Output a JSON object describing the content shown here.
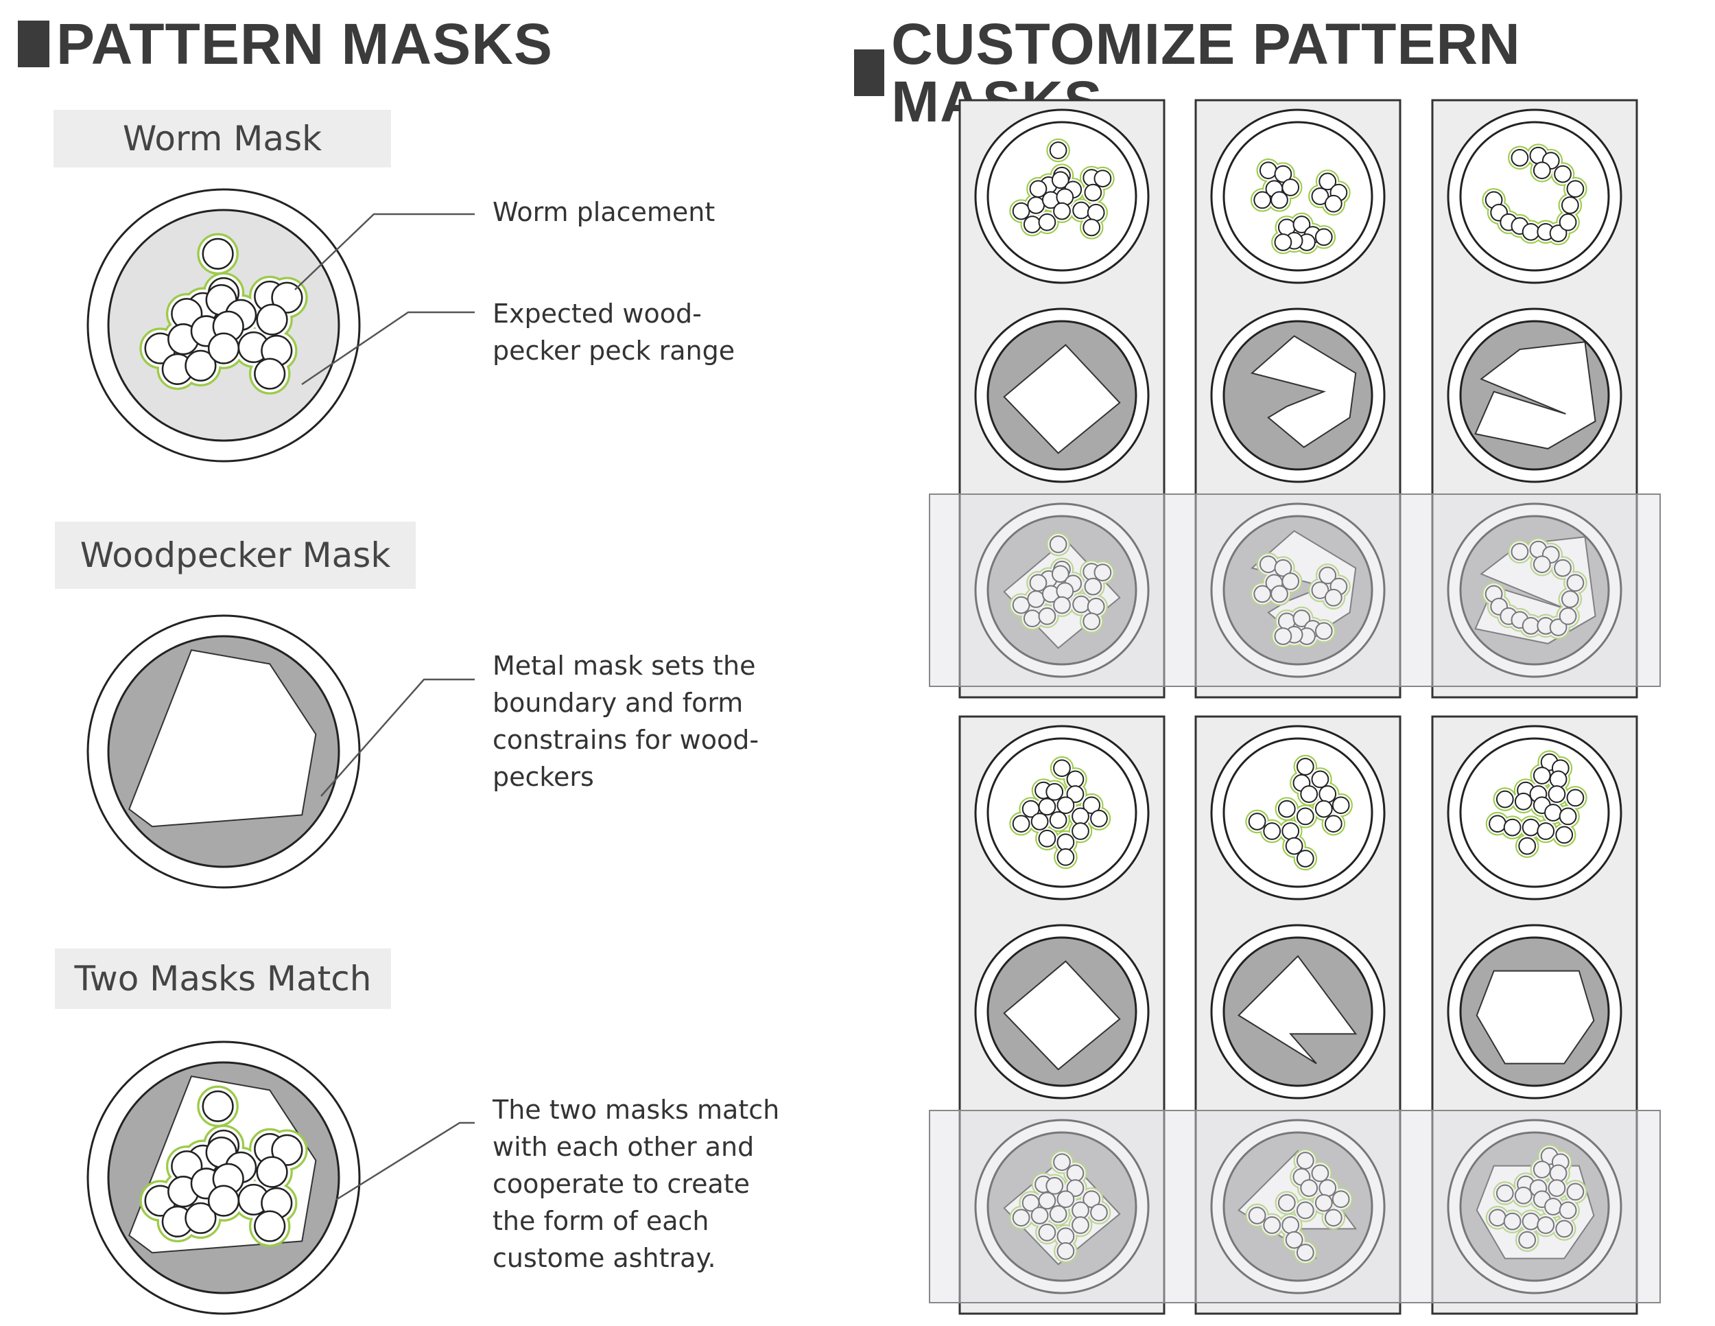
{
  "sections": {
    "left_title": "PATTERN MASKS",
    "right_title": "CUSTOMIZE PATTERN MASKS"
  },
  "labels": {
    "worm_mask": "Worm Mask",
    "woodpecker_mask": "Woodpecker Mask",
    "two_masks_match": "Two Masks Match"
  },
  "annotations": {
    "worm_placement": "Worm placement",
    "peck_range": "Expected wood-\npecker peck range",
    "metal_mask": "Metal mask sets the\nboundary and form\nconstrains for wood-\npeckers",
    "match": "The two masks match\nwith each other and\ncooperate to create\nthe form of each\ncustome ashtray."
  },
  "colors": {
    "worm_outline": "#9ccb4a",
    "mask_gray": "#a9a9aa",
    "panel_bg": "#ededee",
    "stroke": "#2a2a2a",
    "title_gray": "#3b3b3b"
  }
}
